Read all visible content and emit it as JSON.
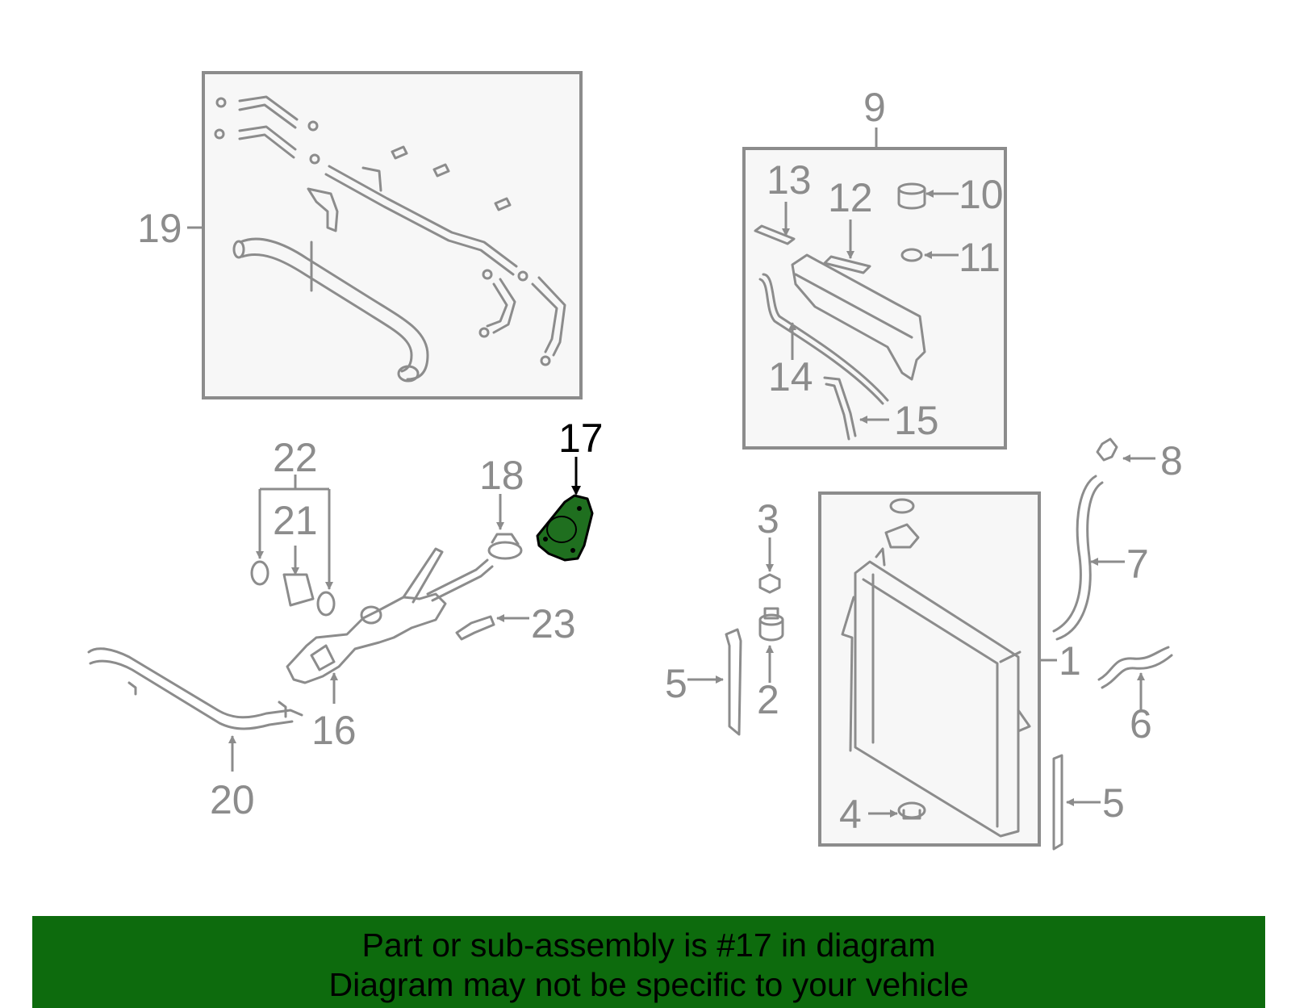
{
  "diagram": {
    "highlighted_part": "17",
    "highlight_color": "#1f6f1f",
    "callouts": [
      "1",
      "2",
      "3",
      "4",
      "5",
      "5",
      "6",
      "7",
      "8",
      "9",
      "10",
      "11",
      "12",
      "13",
      "14",
      "15",
      "16",
      "17",
      "18",
      "19",
      "20",
      "21",
      "22",
      "23"
    ]
  },
  "banner": {
    "line1": "Part or sub-assembly is #17 in diagram",
    "line2": "Diagram may not be specific to your vehicle",
    "background": "#0d6b0d"
  }
}
